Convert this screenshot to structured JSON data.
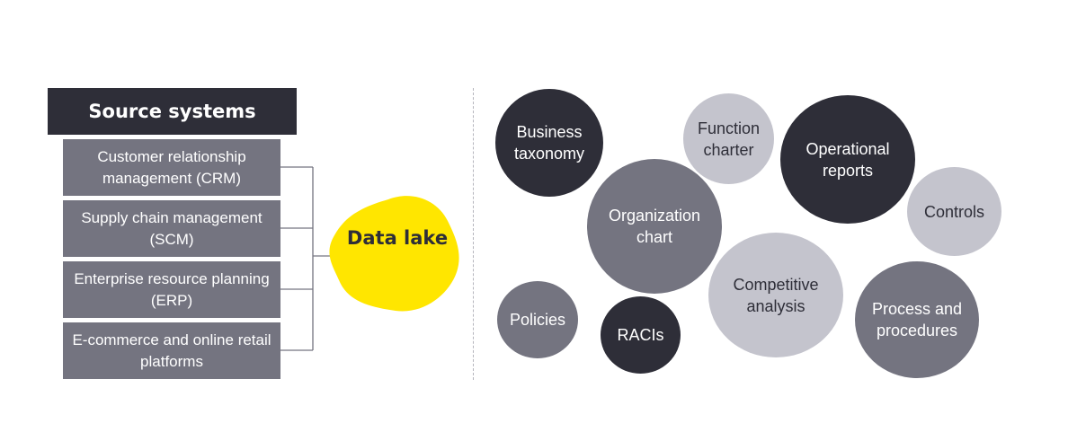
{
  "header": {
    "title": "Source systems"
  },
  "source_systems": [
    "Customer relationship management (CRM)",
    "Supply chain management (SCM)",
    "Enterprise resource planning (ERP)",
    "E-commerce and online retail platforms"
  ],
  "data_lake": {
    "label": "Data lake"
  },
  "bubbles": {
    "business_taxonomy": "Business taxonomy",
    "function_charter": "Function charter",
    "operational_reports": "Operational reports",
    "organization_chart": "Organization chart",
    "controls": "Controls",
    "competitive_analysis": "Competitive analysis",
    "policies": "Policies",
    "racis": "RACIs",
    "process_and_procedures": "Process and procedures"
  },
  "colors": {
    "dark": "#2e2e38",
    "mid": "#747480",
    "light": "#c4c4cd",
    "accent_yellow": "#ffe600"
  }
}
